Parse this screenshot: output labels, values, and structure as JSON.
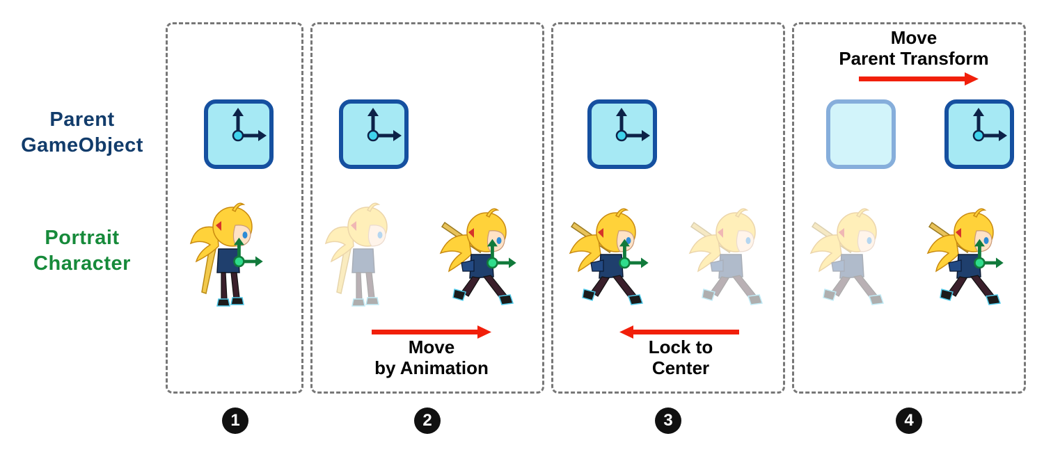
{
  "labels": {
    "parent": "Parent\nGameObject",
    "character": "Portrait\nCharacter"
  },
  "steps": [
    {
      "number": "1",
      "caption": ""
    },
    {
      "number": "2",
      "caption": "Move\nby Animation"
    },
    {
      "number": "3",
      "caption": "Lock to\nCenter"
    },
    {
      "number": "4",
      "caption": "Move\nParent Transform"
    }
  ],
  "colors": {
    "parent_label": "#123c6b",
    "character_label": "#168a3a",
    "arrow_red": "#f11f0a",
    "parent_box_fill": "#a6e9f4",
    "parent_box_border": "#1550a0",
    "gizmo_parent": "#0d2248",
    "gizmo_child": "#117a3b",
    "panel_border": "#777777"
  },
  "icons": {
    "parent": "transform-gizmo-icon",
    "character": "chibi-character-sprite",
    "pivot": "pivot-axes-icon"
  }
}
